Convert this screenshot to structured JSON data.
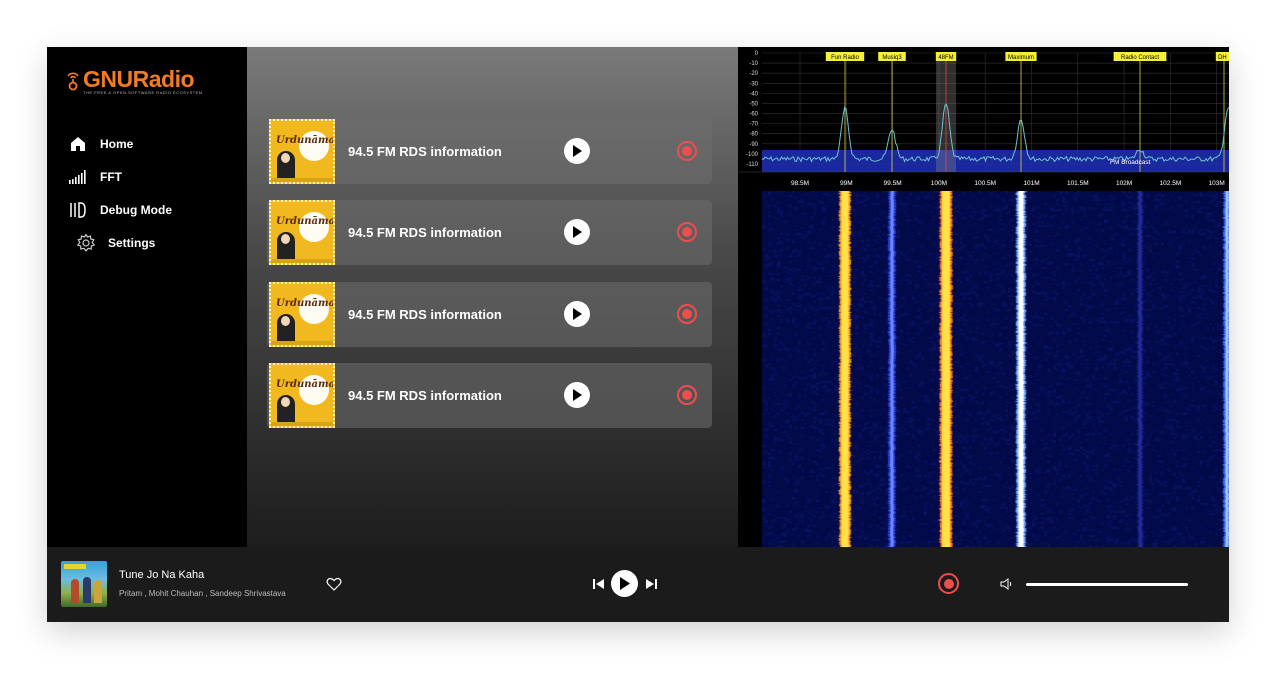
{
  "app": {
    "logo_prefix": "GNU",
    "logo_suffix": "Radio",
    "logo_tagline": "THE FREE & OPEN SOFTWARE RADIO ECOSYSTEM"
  },
  "sidebar": {
    "items": [
      {
        "label": "Home",
        "icon": "home-icon"
      },
      {
        "label": "FFT",
        "icon": "signal-bars-icon"
      },
      {
        "label": "Debug Mode",
        "icon": "debug-bars-icon"
      },
      {
        "label": "Settings",
        "icon": "gear-icon"
      }
    ]
  },
  "stations": [
    {
      "title": "94.5 FM RDS information",
      "cover_title": "Urdunāma"
    },
    {
      "title": "94.5 FM RDS information",
      "cover_title": "Urdunāma"
    },
    {
      "title": "94.5 FM RDS information",
      "cover_title": "Urdunāma"
    },
    {
      "title": "94.5 FM RDS information",
      "cover_title": "Urdunāma"
    }
  ],
  "spectrum": {
    "y_ticks": [
      "0",
      "-10",
      "-20",
      "-30",
      "-40",
      "-50",
      "-60",
      "-70",
      "-80",
      "-90",
      "-100",
      "-110"
    ],
    "x_ticks": [
      "98.5M",
      "99M",
      "99.5M",
      "100M",
      "100.5M",
      "101M",
      "101.5M",
      "102M",
      "102.5M",
      "103M"
    ],
    "station_labels": [
      "Fun Radio",
      "Musiq3",
      "48FM",
      "Maximum",
      "Radio Contact",
      "DH"
    ],
    "band_label": "FM Broadcast",
    "marker_color": "#f5ef3a",
    "trace_color": "#6fc3d0",
    "band_color": "#1f2fb8"
  },
  "player": {
    "song_title": "Tune Jo Na Kaha",
    "artists": "Pritam , Mohit Chauhan  , Sandeep Shrivastava",
    "volume": 1.0
  },
  "colors": {
    "accent_orange": "#f47b20",
    "record_red": "#ef4d4d"
  }
}
